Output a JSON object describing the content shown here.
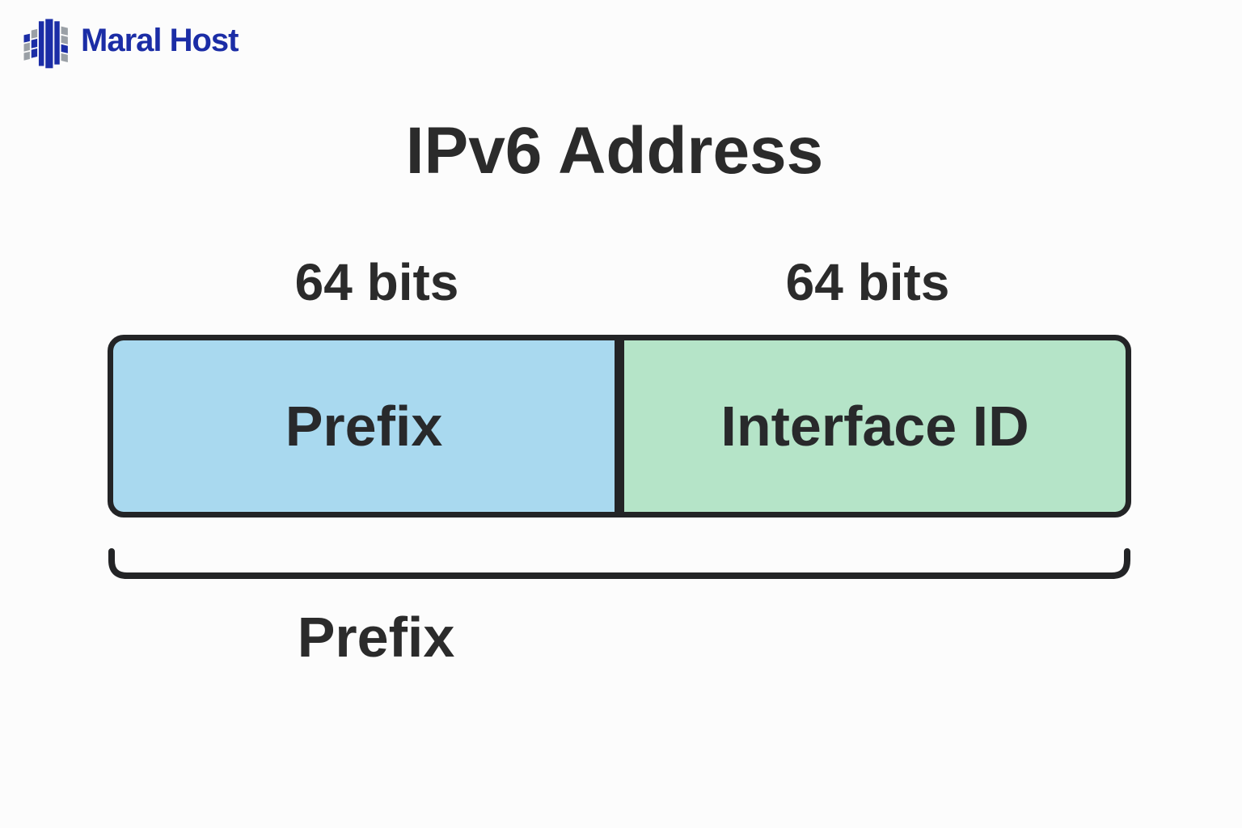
{
  "logo": {
    "brand": "Maral Host",
    "brand_color": "#1b2da6",
    "icon": "maralhost-building-icon"
  },
  "diagram": {
    "title": "IPv6 Address",
    "segments": [
      {
        "label": "Prefix",
        "bits_label": "64 bits",
        "fill": "#a9d9ef"
      },
      {
        "label": "Interface ID",
        "bits_label": "64 bits",
        "fill": "#b5e4c8"
      }
    ],
    "box_border_color": "#232426",
    "brace_label": "Prefix",
    "text_color": "#2b2b2b"
  }
}
